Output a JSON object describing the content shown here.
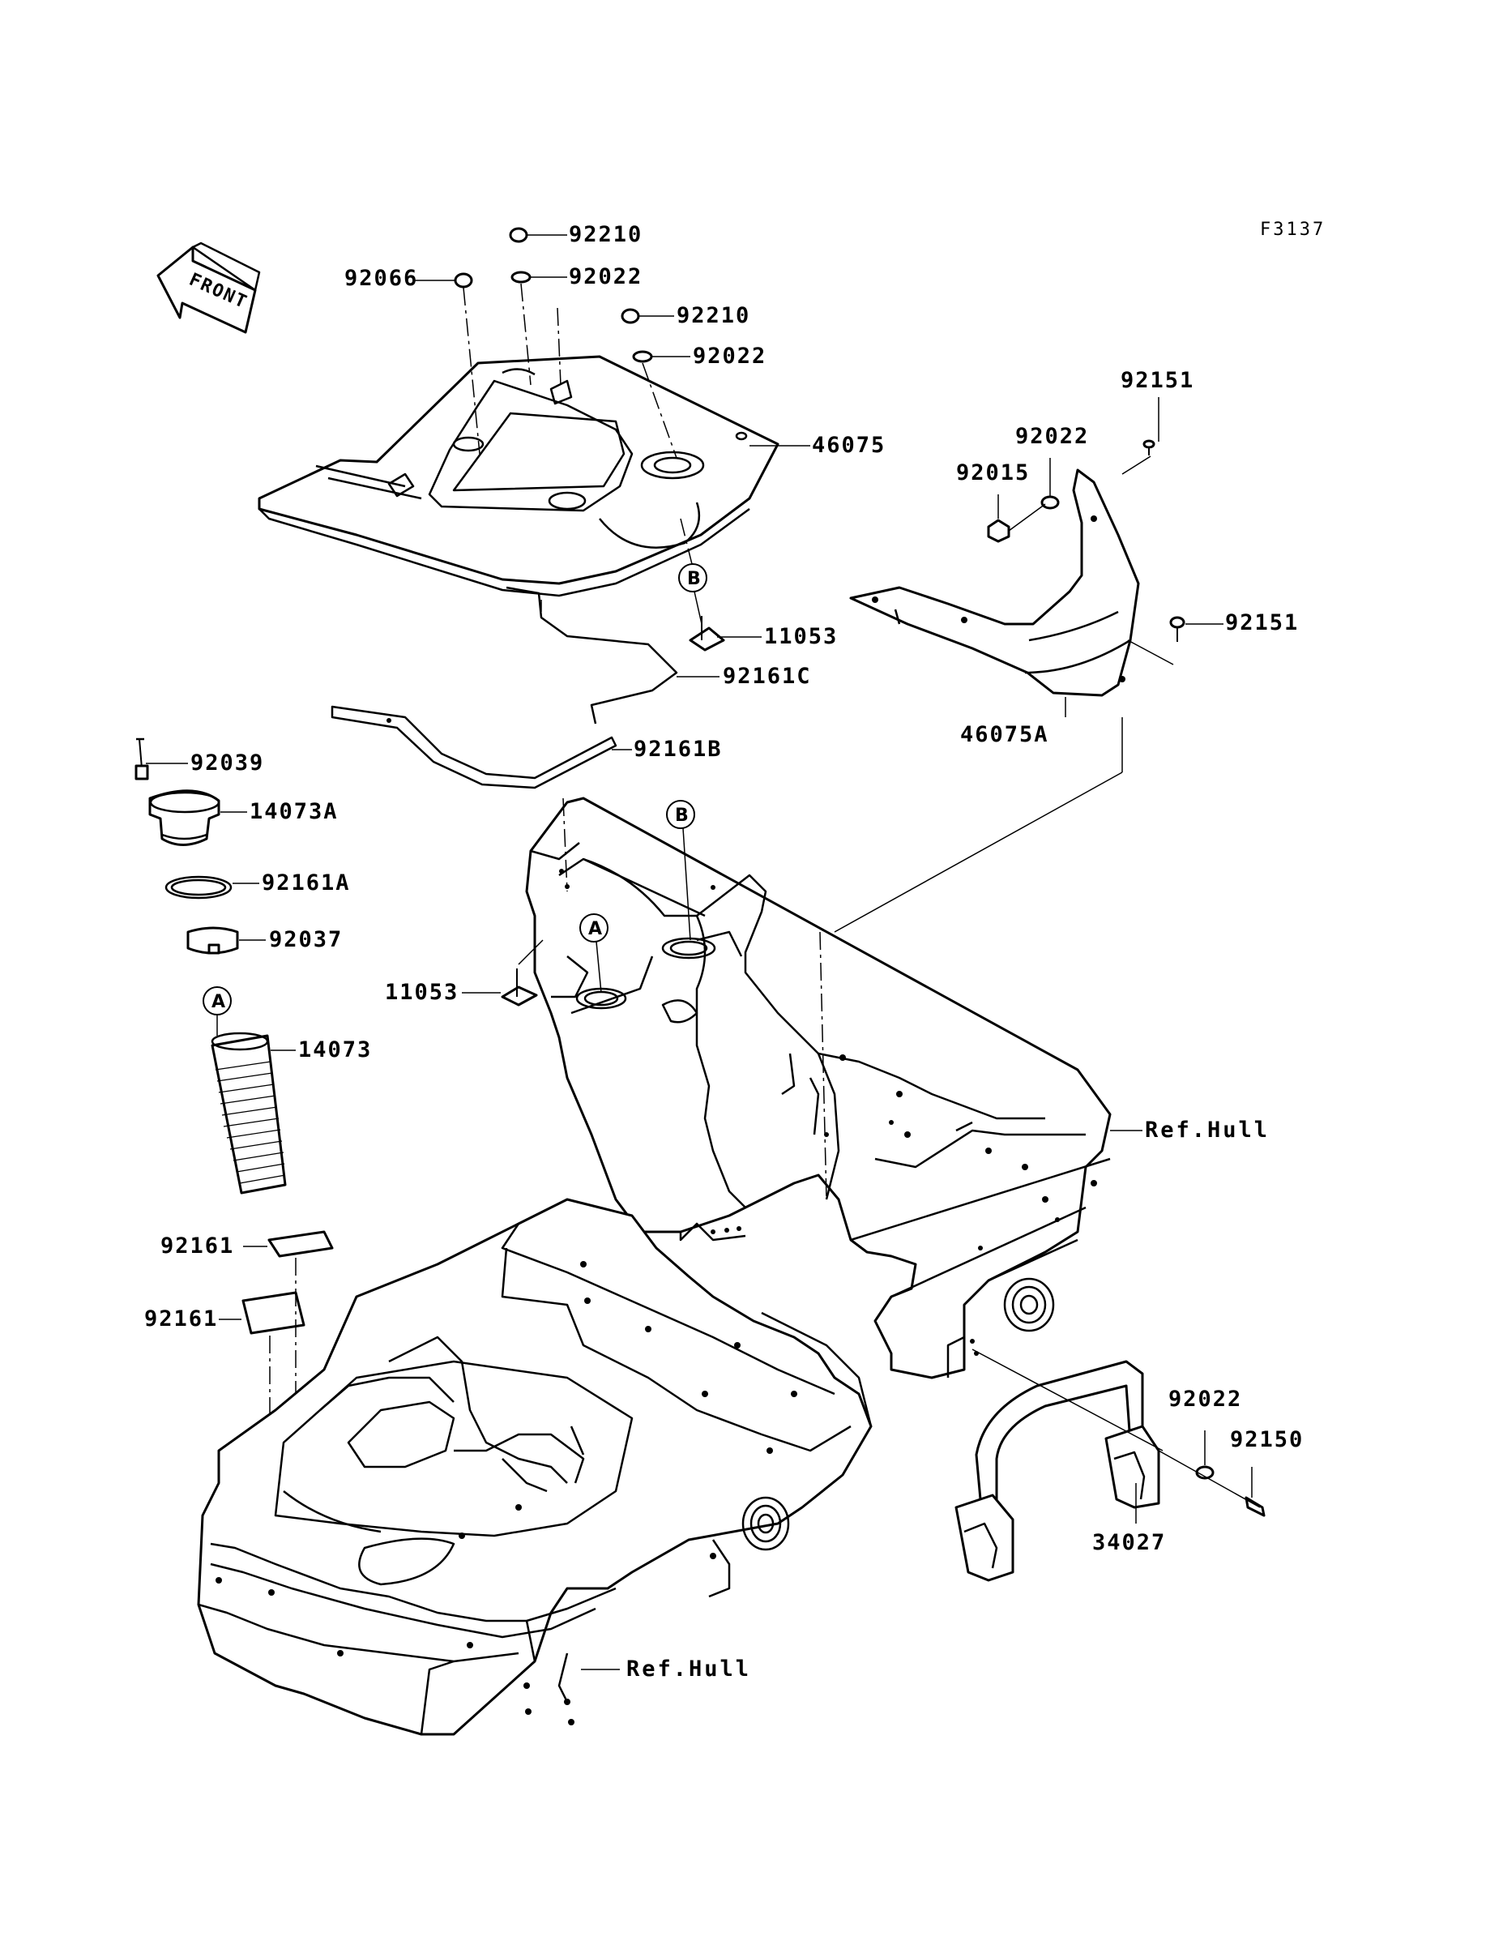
{
  "figure_code": "F3137",
  "front_arrow": "FRONT",
  "callouts": {
    "a": "A",
    "b": "B"
  },
  "parts": {
    "p92210_top": "92210",
    "p92066": "92066",
    "p92022_top": "92022",
    "p92210_mid": "92210",
    "p92022_mid": "92022",
    "p46075": "46075",
    "p92151_top": "92151",
    "p92022_right": "92022",
    "p92015": "92015",
    "p92151_mid": "92151",
    "p11053_right": "11053",
    "p92161C": "92161C",
    "p46075A": "46075A",
    "p92039": "92039",
    "p92161B": "92161B",
    "p14073A": "14073A",
    "p92161A": "92161A",
    "p92037": "92037",
    "p11053_left": "11053",
    "p14073": "14073",
    "ref_hull_upper": "Ref.Hull",
    "p92161_a": "92161",
    "p92161_b": "92161",
    "p92022_lower": "92022",
    "p92150": "92150",
    "p34027": "34027",
    "ref_hull_lower": "Ref.Hull"
  }
}
